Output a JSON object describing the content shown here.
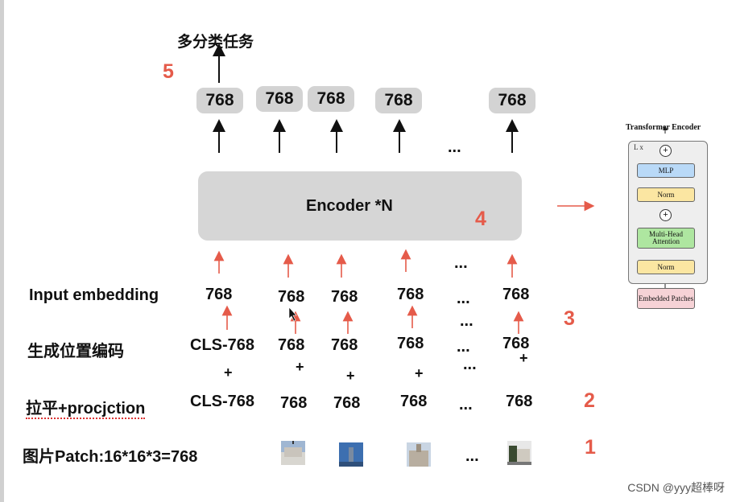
{
  "top_task_label": "多分类任务",
  "output_tokens": [
    "768",
    "768",
    "768",
    "768",
    "768"
  ],
  "output_ellipsis": "...",
  "encoder_label": "Encoder *N",
  "rows": {
    "input_embedding": {
      "label": "Input embedding",
      "values": [
        "768",
        "768",
        "768",
        "768",
        "...",
        "768"
      ]
    },
    "position_encoding": {
      "label": "生成位置编码",
      "values": [
        "CLS-768",
        "768",
        "768",
        "768",
        "...",
        "768"
      ]
    },
    "flatten_projection": {
      "label": "拉平+procjction",
      "values": [
        "CLS-768",
        "768",
        "768",
        "768",
        "...",
        "768"
      ]
    },
    "image_patch": {
      "label": "图片Patch:16*16*3=768",
      "ellipsis": "..."
    }
  },
  "plus_sign": "+",
  "step_numbers": {
    "s1": "1",
    "s2": "2",
    "s3": "3",
    "s4": "4",
    "s5": "5"
  },
  "ellipsis": "...",
  "transformer_encoder": {
    "title": "Transformer Encoder",
    "repeat_label": "L x",
    "add_symbol": "+",
    "mlp": "MLP",
    "norm": "Norm",
    "multi_head_attention": "Multi-Head Attention",
    "embedded_patches": "Embedded Patches"
  },
  "colors": {
    "step_red": "#e55b4a",
    "box_gray": "#d3d3d3",
    "mlp_blue": "#b9d9f7",
    "norm_yellow": "#fbe6a2",
    "attention_green": "#aee6a0",
    "patch_pink": "#f6d2d6"
  },
  "watermark": "CSDN @yyy超棒呀"
}
